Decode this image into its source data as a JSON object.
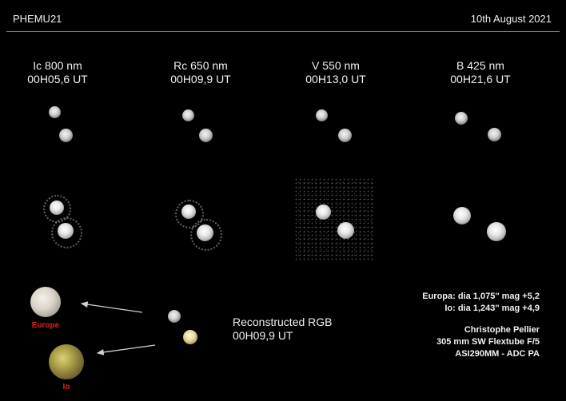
{
  "header": {
    "title": "PHEMU21",
    "date": "10th August 2021"
  },
  "columns": [
    {
      "filter": "Ic 800 nm",
      "time": "00H05,6 UT"
    },
    {
      "filter": "Rc 650 nm",
      "time": "00H09,9 UT"
    },
    {
      "filter": "V 550 nm",
      "time": "00H13,0 UT"
    },
    {
      "filter": "B 425 nm",
      "time": "00H21,6 UT"
    }
  ],
  "labels": {
    "europa": "Europe",
    "io": "Io"
  },
  "rgb": {
    "title": "Reconstructed RGB",
    "time": "00H09,9 UT"
  },
  "info": {
    "europa_line": "Europa: dia 1,075'' mag +5,2",
    "io_line": "Io: dia 1,243'' mag +4,9",
    "author": "Christophe Pellier",
    "telescope": "305 mm SW Flextube F/5",
    "camera": "ASI290MM - ADC PA"
  },
  "colors": {
    "background": "#000000",
    "text": "#f0f0f0",
    "label_red": "#e11f1f"
  }
}
